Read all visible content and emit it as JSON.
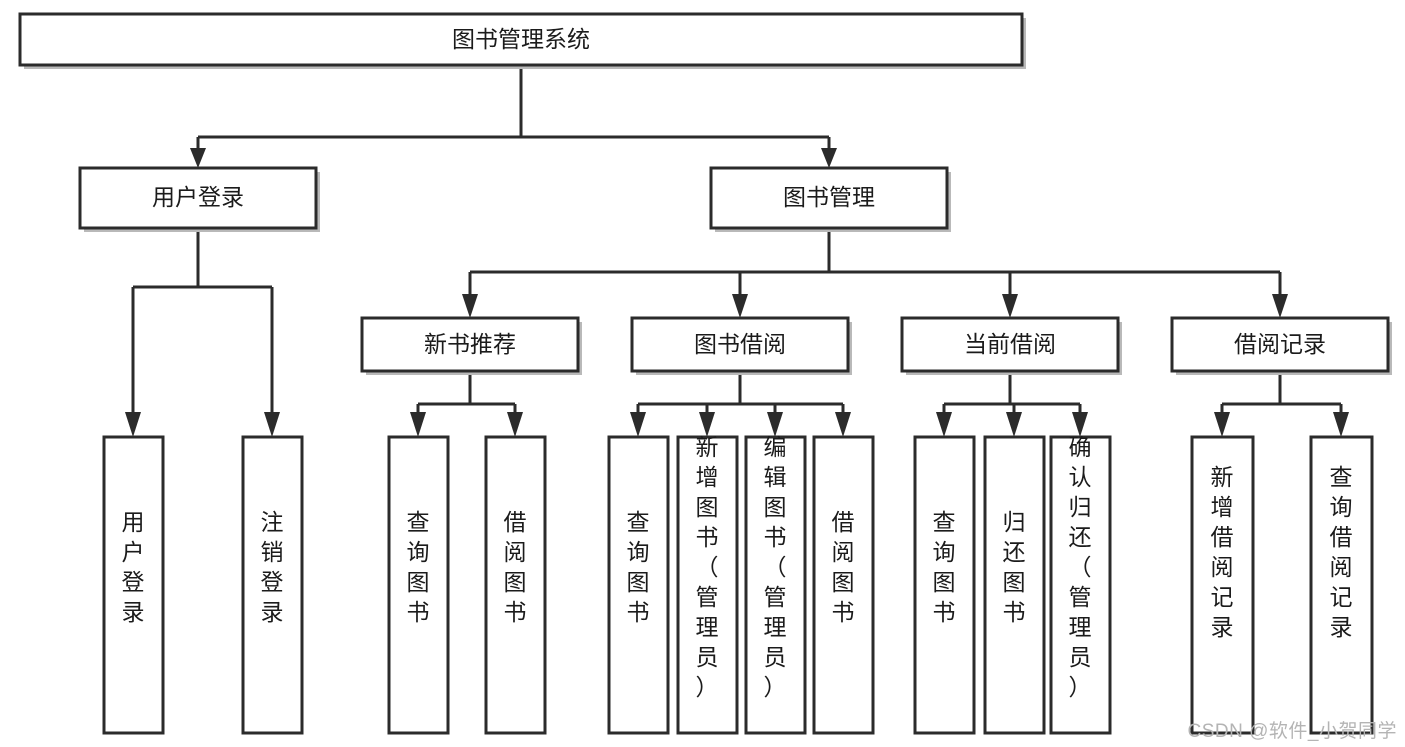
{
  "diagram": {
    "type": "tree-hierarchy-chart",
    "title": "图书管理系统",
    "orientation": "top-down",
    "colors": {
      "box_fill": "#ffffff",
      "box_stroke": "#2b2b2b",
      "text": "#1b1b1b",
      "shadow": "#b9b9b9",
      "watermark": "#b4b4b4"
    },
    "root": {
      "label": "图书管理系统"
    },
    "level2": [
      {
        "label": "用户登录"
      },
      {
        "label": "图书管理"
      }
    ],
    "level3": [
      {
        "label": "新书推荐"
      },
      {
        "label": "图书借阅"
      },
      {
        "label": "当前借阅"
      },
      {
        "label": "借阅记录"
      }
    ],
    "leaves": {
      "user_login": [
        {
          "label": "用户登录"
        },
        {
          "label": "注销登录"
        }
      ],
      "new_book_recommend": [
        {
          "label": "查询图书"
        },
        {
          "label": "借阅图书"
        }
      ],
      "book_borrow": [
        {
          "label": "查询图书"
        },
        {
          "label": "新增图书（管理员）"
        },
        {
          "label": "编辑图书（管理员）"
        },
        {
          "label": "借阅图书"
        }
      ],
      "current_borrow": [
        {
          "label": "查询图书"
        },
        {
          "label": "归还图书"
        },
        {
          "label": "确认归还（管理员）"
        }
      ],
      "borrow_record": [
        {
          "label": "新增借阅记录"
        },
        {
          "label": "查询借阅记录"
        }
      ]
    }
  },
  "watermark": {
    "text": "CSDN @软件_小贺同学"
  }
}
